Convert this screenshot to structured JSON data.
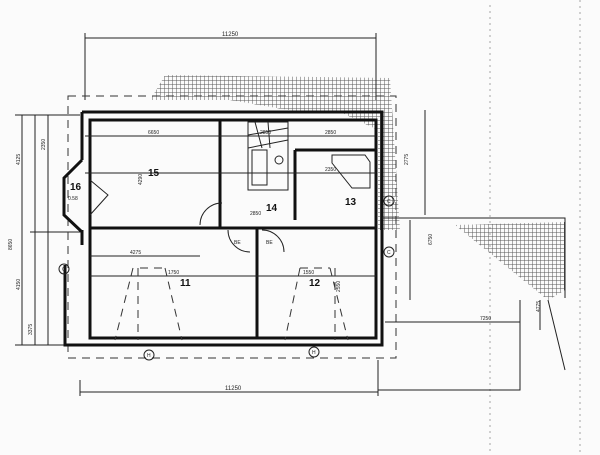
{
  "plan": {
    "rooms": [
      {
        "number": "11"
      },
      {
        "number": "12"
      },
      {
        "number": "13"
      },
      {
        "number": "14"
      },
      {
        "number": "15"
      },
      {
        "number": "16",
        "area": "0.58"
      }
    ],
    "dimensions": {
      "overall_width_top": "11250",
      "overall_width_bottom": "11250",
      "room15_width": "6650",
      "room15_height": "4290",
      "stair_width": "2850",
      "bath_width": "2350",
      "upper_right": "2850",
      "right_height": "2775",
      "left_total": "8650",
      "left_upper": "4125",
      "left_lower": "4150",
      "left_sub": "3375",
      "left_top": "2350",
      "room11_width": "4275",
      "room11_depth": "1750",
      "room12_depth": "1550",
      "room12_height": "2550",
      "room14_width": "2850",
      "extension_width": "7250",
      "extension_height": "6750",
      "extension_side": "4775"
    },
    "markers": {
      "axis_c": "C",
      "axis_h": "H",
      "be": "BE"
    },
    "colors": {
      "line": "#111111",
      "paper": "#fbfbfb"
    }
  }
}
